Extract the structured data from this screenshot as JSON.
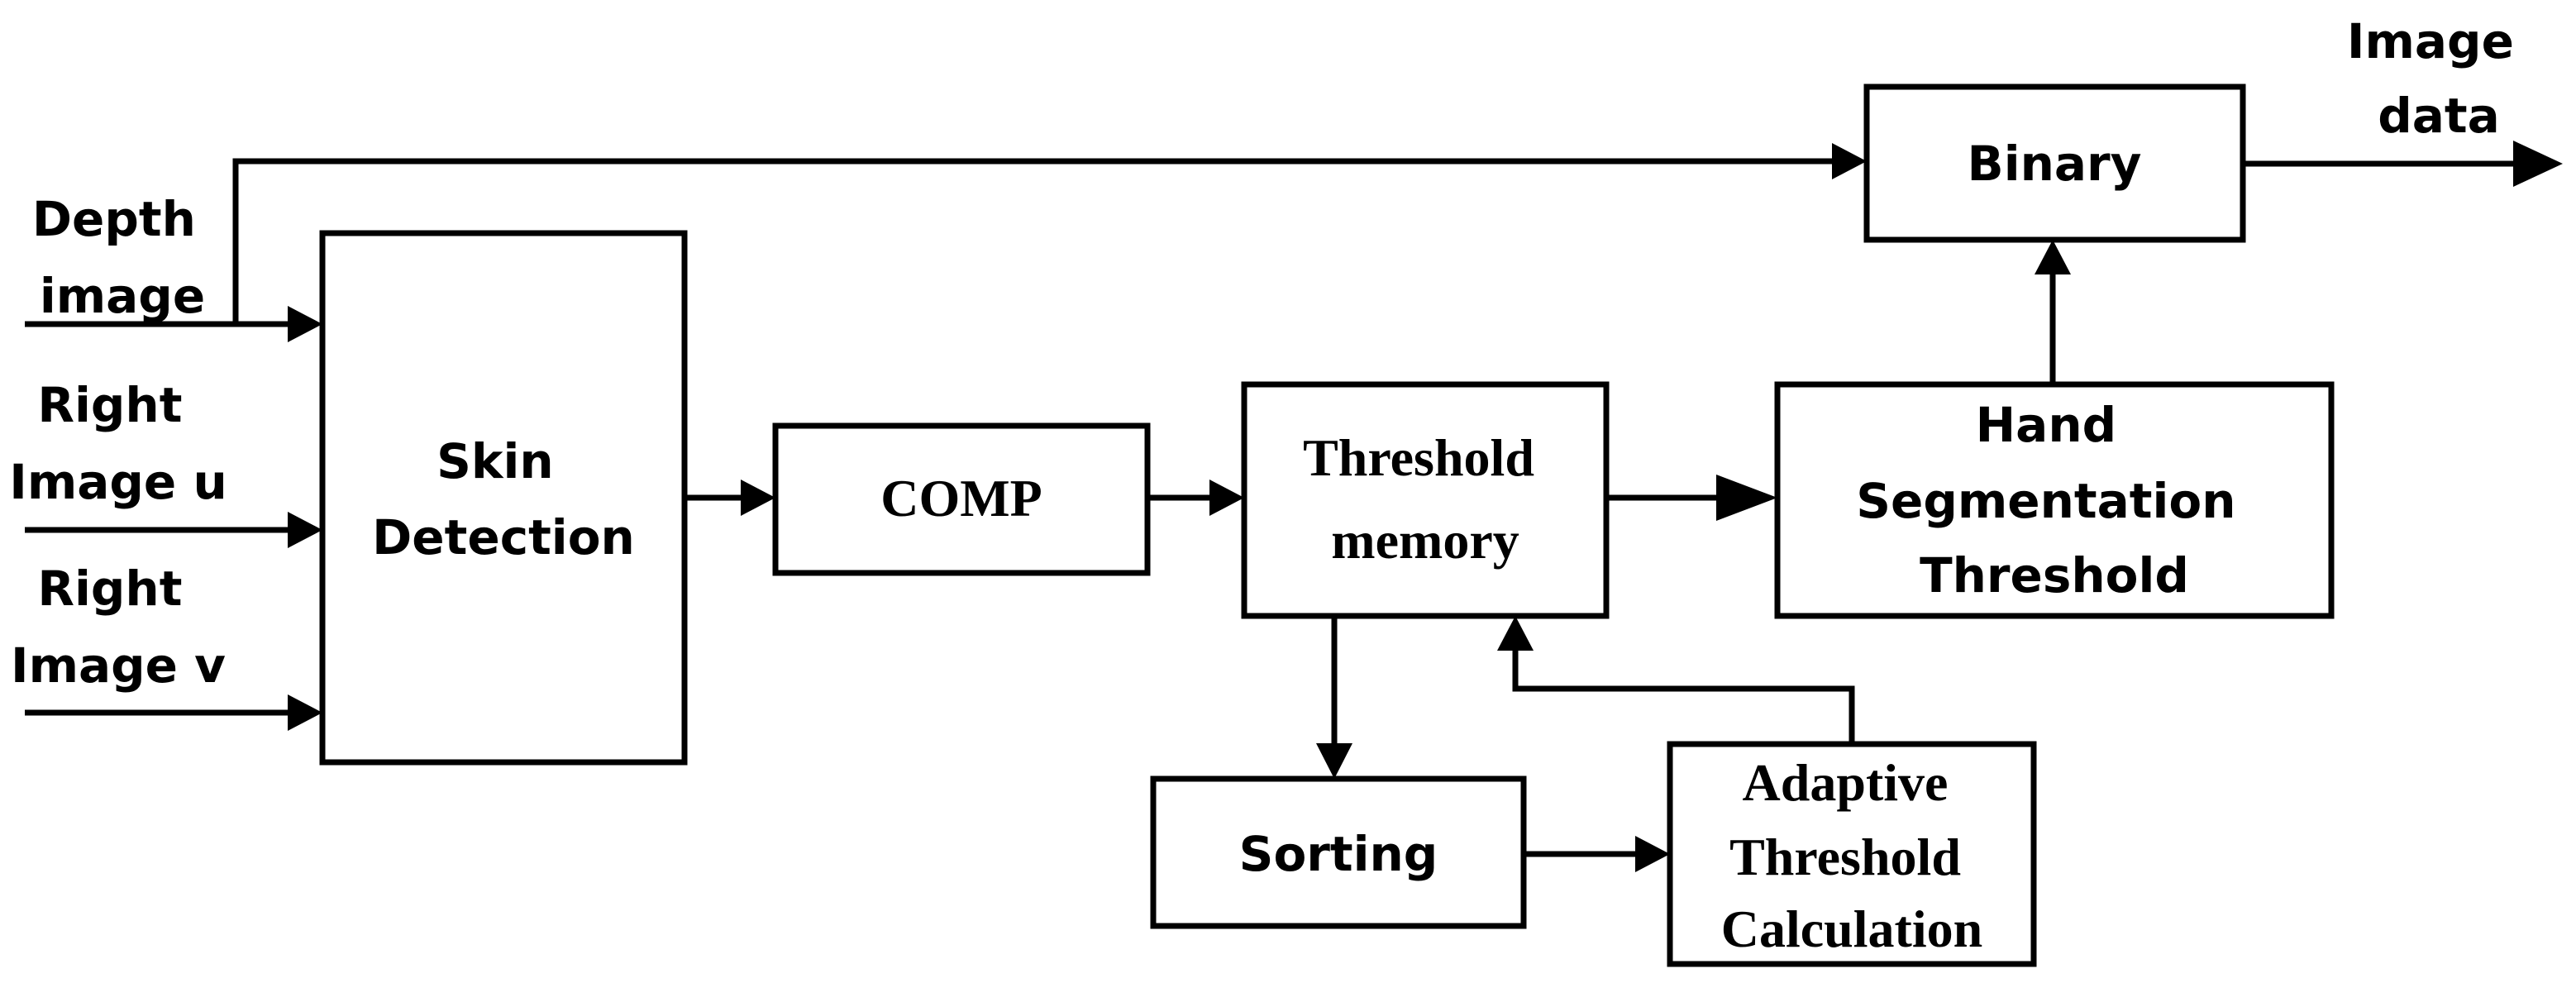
{
  "inputs": {
    "depth": [
      "Depth",
      "image"
    ],
    "right_u": [
      "Right",
      "Image u"
    ],
    "right_v": [
      "Right",
      "Image v"
    ]
  },
  "output": [
    "Image",
    "data"
  ],
  "blocks": {
    "skin_detection": [
      "Skin",
      "Detection"
    ],
    "comp": [
      "COMP"
    ],
    "threshold_memory": [
      "Threshold",
      "memory"
    ],
    "hand_segmentation": [
      "Hand",
      "Segmentation",
      "Threshold"
    ],
    "binary": [
      "Binary"
    ],
    "sorting": [
      "Sorting"
    ],
    "adaptive": [
      "Adaptive",
      "Threshold",
      "Calculation"
    ]
  },
  "colors": {
    "stroke": "#000000",
    "background": "#ffffff"
  }
}
